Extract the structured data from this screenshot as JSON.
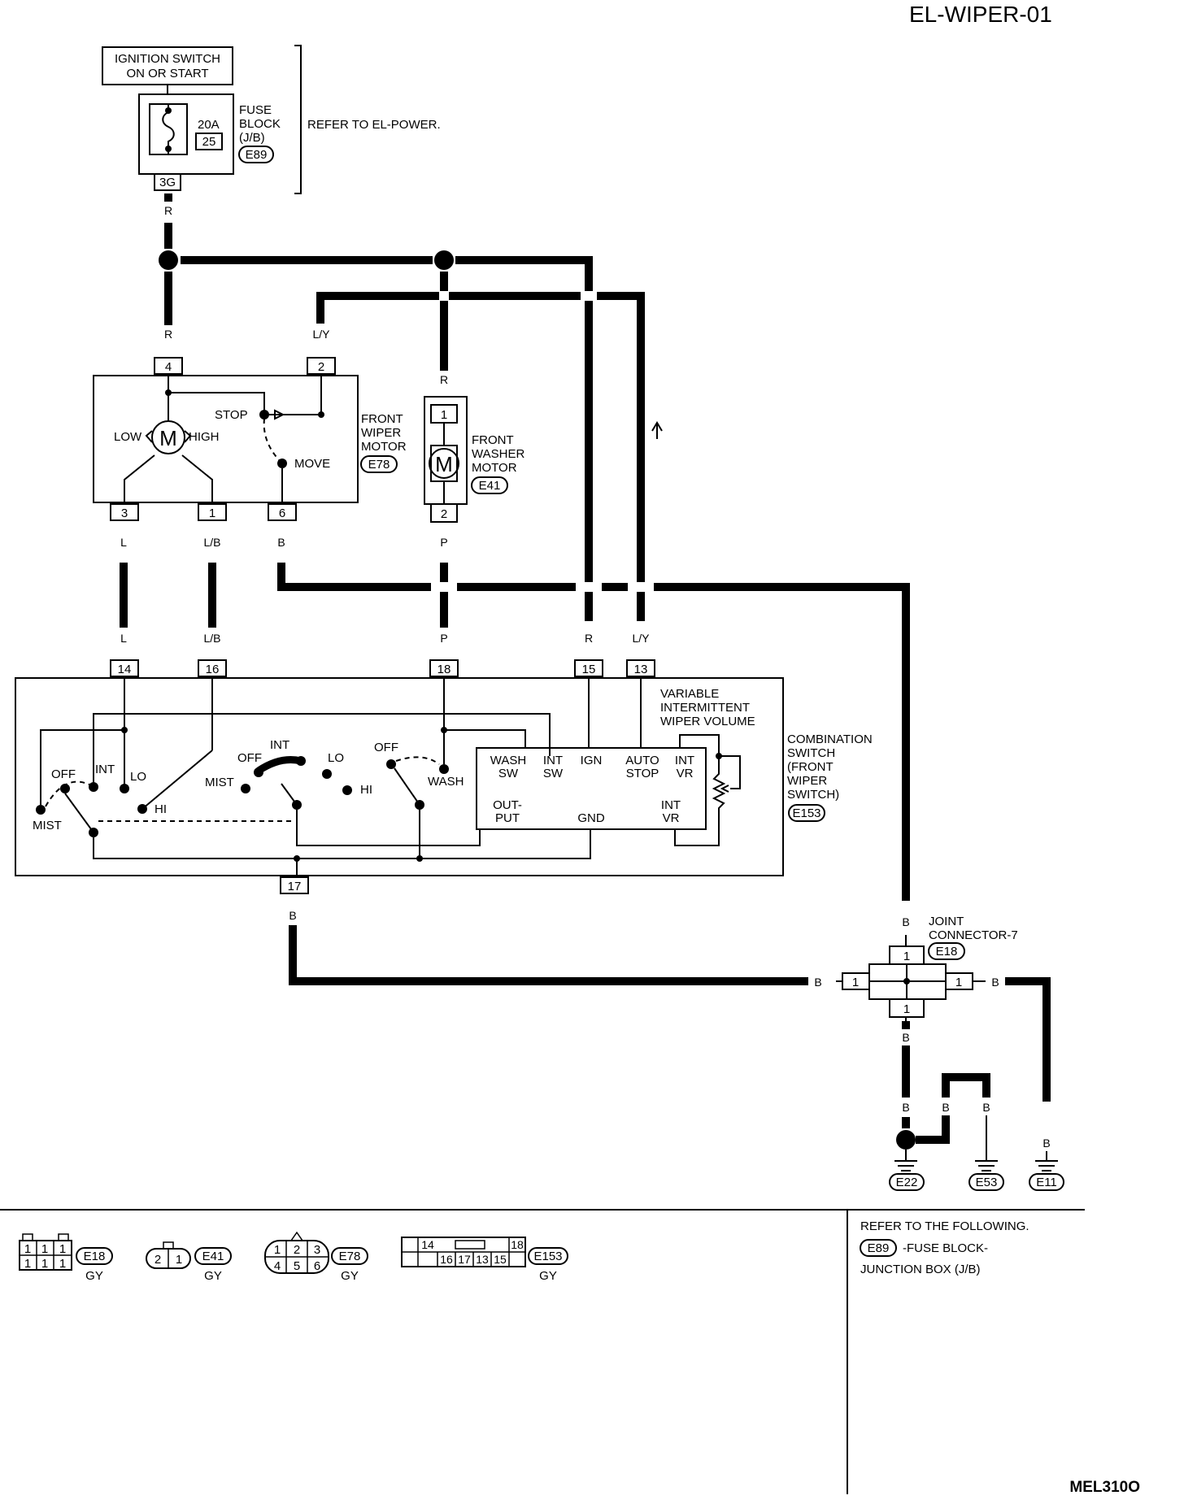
{
  "title": "EL-WIPER-01",
  "figure_code": "MEL310O",
  "ignition": {
    "line1": "IGNITION SWITCH",
    "line2": "ON OR START"
  },
  "fuse_block": {
    "rating": "20A",
    "number": "25",
    "label_lines": [
      "FUSE",
      "BLOCK",
      "(J/B)"
    ],
    "connector": "E89",
    "terminal": "3G",
    "note": "REFER TO EL-POWER."
  },
  "wires": {
    "r": "R",
    "ly": "L/Y",
    "l": "L",
    "lb": "L/B",
    "b": "B",
    "p": "P"
  },
  "wiper_motor": {
    "label_lines": [
      "FRONT",
      "WIPER",
      "MOTOR"
    ],
    "connector": "E78",
    "pins": [
      "4",
      "2",
      "3",
      "1",
      "6"
    ],
    "labels": {
      "low": "LOW",
      "high": "HIGH",
      "stop": "STOP",
      "move": "MOVE",
      "m": "M"
    }
  },
  "washer_motor": {
    "label_lines": [
      "FRONT",
      "WASHER",
      "MOTOR"
    ],
    "connector": "E41",
    "pins": [
      "1",
      "2"
    ],
    "m": "M"
  },
  "combination_switch": {
    "label_lines": [
      "COMBINATION",
      "SWITCH",
      "(FRONT",
      "WIPER",
      "SWITCH)"
    ],
    "connector": "E153",
    "pins": [
      "14",
      "16",
      "18",
      "15",
      "13",
      "17"
    ],
    "vr_label_lines": [
      "VARIABLE",
      "INTERMITTENT",
      "WIPER VOLUME"
    ],
    "unit_labels": {
      "wash_sw": [
        "WASH",
        "SW"
      ],
      "int_sw": [
        "INT",
        "SW"
      ],
      "ign": "IGN",
      "auto_stop": [
        "AUTO",
        "STOP"
      ],
      "int_vr_top": [
        "INT",
        "VR"
      ],
      "output": [
        "OUT-",
        "PUT"
      ],
      "gnd": "GND",
      "int_vr_bottom": [
        "INT",
        "VR"
      ]
    },
    "switch_labels": {
      "off": "OFF",
      "int": "INT",
      "lo": "LO",
      "hi": "HI",
      "mist": "MIST",
      "wash": "WASH"
    }
  },
  "joint_connector": {
    "label_lines": [
      "JOINT",
      "CONNECTOR-7"
    ],
    "connector": "E18",
    "pin": "1"
  },
  "grounds": [
    "E22",
    "E53",
    "E11"
  ],
  "legend": {
    "connectors": [
      {
        "id": "E18",
        "color": "GY",
        "cells": [
          "1",
          "1",
          "1",
          "1",
          "1",
          "1"
        ]
      },
      {
        "id": "E41",
        "color": "GY",
        "cells": [
          "2",
          "1"
        ]
      },
      {
        "id": "E78",
        "color": "GY",
        "cells": [
          "1",
          "2",
          "3",
          "4",
          "5",
          "6"
        ]
      },
      {
        "id": "E153",
        "color": "GY",
        "cells": [
          "14",
          "18",
          "16",
          "17",
          "13",
          "15"
        ]
      }
    ],
    "refer_heading": "REFER TO THE FOLLOWING.",
    "refer_connector": "E89",
    "refer_line1": "-FUSE BLOCK-",
    "refer_line2": "JUNCTION BOX (J/B)"
  }
}
